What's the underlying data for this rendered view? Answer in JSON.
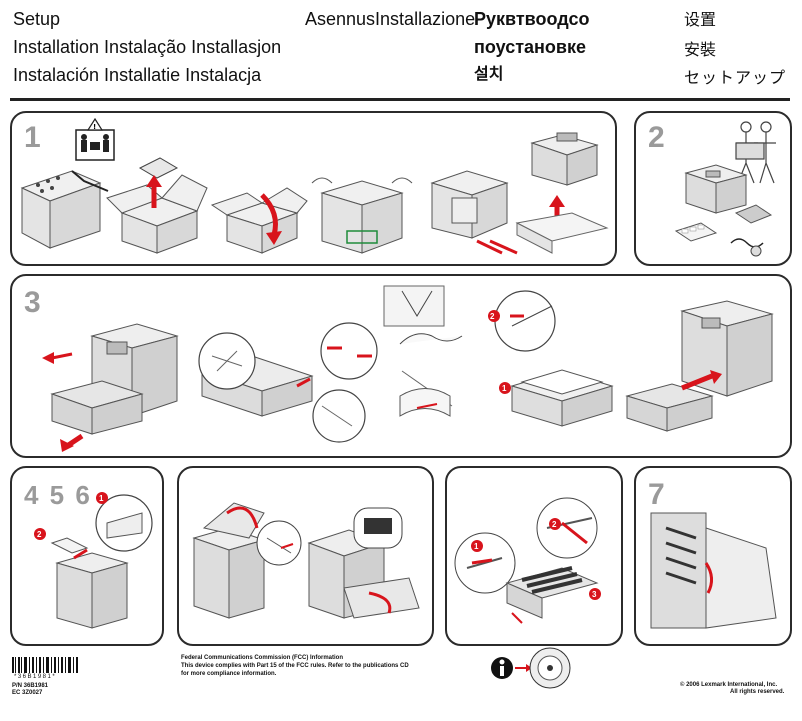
{
  "header": {
    "col1": [
      "Setup",
      "Installation Instalação Installasjon",
      "Instalación Installatie Instalacja"
    ],
    "col2": [
      "AsennusInstallazione"
    ],
    "col3": [
      "Руквтвоодсо",
      "поустановке",
      "설치"
    ],
    "col4": [
      "设置",
      "安裝",
      "セットアップ"
    ]
  },
  "steps": {
    "s1": "1",
    "s2": "2",
    "s3": "3",
    "s456": "4 5 6",
    "s7": "7"
  },
  "callouts": {
    "c1": "1",
    "c2": "2",
    "c3": "3"
  },
  "footer": {
    "barcode_text": "*36B1981*",
    "part_number": "P/N 36B1981",
    "ec": "EC 3Z0027",
    "fcc_title": "Federal Communications Commission (FCC) Information",
    "fcc_line1": "This device complies with Part 15 of the FCC rules. Refer to the publications CD",
    "fcc_line2": "for more compliance information.",
    "copyright1": "© 2006 Lexmark International, Inc.",
    "copyright2": "All rights reserved."
  },
  "colors": {
    "arrow": "#d8141c",
    "panel_border": "#2b2b2b",
    "step_number": "#9a9a9a"
  },
  "icons": [
    "two-person-lift-warning-icon",
    "info-icon",
    "cd-disc-icon"
  ]
}
